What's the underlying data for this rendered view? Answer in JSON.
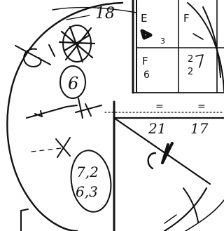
{
  "notes": {
    "top_number": "18",
    "circled_count": "6",
    "cluster_bottom_line1": "7,2",
    "cluster_bottom_line2": "6,3"
  },
  "grid": {
    "cell_top_left": {
      "letter": "E",
      "sub": "3"
    },
    "cell_top_right": {
      "letter": "F"
    },
    "cell_mid_left": {
      "letter": "F",
      "sub": "6"
    },
    "cell_mid_right": {
      "top": "2",
      "sub": "2"
    },
    "equals_left": "=",
    "equals_right": "=",
    "total_left": "21",
    "total_right": "17"
  },
  "ink_color": "#111111"
}
